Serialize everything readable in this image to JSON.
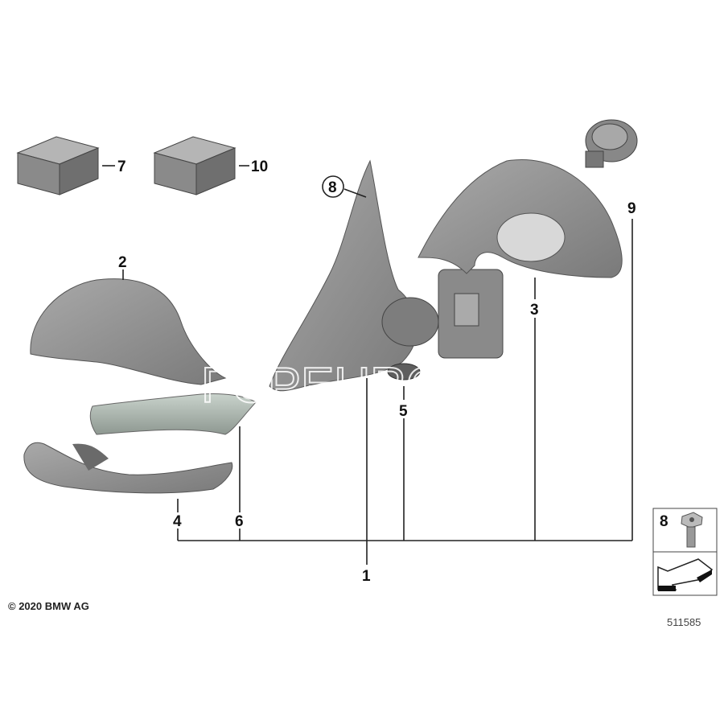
{
  "callouts": {
    "part_1": "1",
    "part_2": "2",
    "part_3": "3",
    "part_4": "4",
    "part_5": "5",
    "part_6": "6",
    "part_7": "7",
    "part_8": "8",
    "part_9": "9",
    "part_10": "10"
  },
  "legend_box": {
    "part_number": "8"
  },
  "diagram_number": "511585",
  "copyright": "© 2020 BMW AG",
  "watermark": "FCPEURO",
  "colors": {
    "part_gray": "#8f8f8f",
    "part_dark": "#6e6e6e",
    "line": "#222222"
  }
}
